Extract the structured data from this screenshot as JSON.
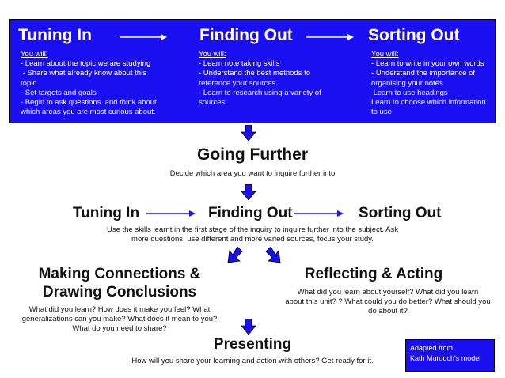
{
  "top": {
    "stages": [
      {
        "title": "Tuning In",
        "you_will": "You will:",
        "notes": [
          "- Learn about the topic we are studying",
          " - Share what already know about this",
          "topic.",
          "- Set targets and goals",
          "- Begin to ask questions  and think about",
          "which areas you are most curious about."
        ]
      },
      {
        "title": "Finding Out",
        "you_will": "You will:",
        "notes": [
          "- Learn note taking skills",
          "- Understand the best methods to",
          "reference your sources",
          "- Learn to research using a variety of",
          "sources"
        ]
      },
      {
        "title": "Sorting Out",
        "you_will": "You will:",
        "notes": [
          "- Learn to write in your own words",
          "- Understand the importance of",
          "organising your notes",
          " Learn to use headings",
          "Learn to choose which information",
          "to use"
        ]
      }
    ]
  },
  "going_further": {
    "title": "Going Further",
    "text": "Decide which area you want to inquire further into"
  },
  "second_cycle": {
    "stage1": "Tuning In",
    "stage2": "Finding Out",
    "stage3": "Sorting Out",
    "text_line1": "Use the skills learnt in the first stage of the inquiry to inquire further into the subject.  Ask",
    "text_line2": "more questions, use different and more varied sources, focus your study."
  },
  "making_connections": {
    "title_line1": "Making Connections &",
    "title_line2": "Drawing Conclusions",
    "text_line1": "What did you learn? How does it make you feel? What",
    "text_line2": "generalizations can you make?  What does it mean to you?",
    "text_line3": "What do you need to share?"
  },
  "reflecting": {
    "title": "Reflecting & Acting",
    "text_line1": "What did you learn about yourself?  What did you  learn",
    "text_line2": "about this unit? ?  What could you do better? What should you",
    "text_line3": "do about it?"
  },
  "presenting": {
    "title": "Presenting",
    "text": "How will you share your learning and action with others?  Get ready for it."
  },
  "adapted": {
    "line1": "Adapted from",
    "line2": "Kath Murdoch's model"
  },
  "colors": {
    "box_blue": "#1a0ff0",
    "arrow_blue": "#1a0ff0",
    "text": "#111111"
  }
}
